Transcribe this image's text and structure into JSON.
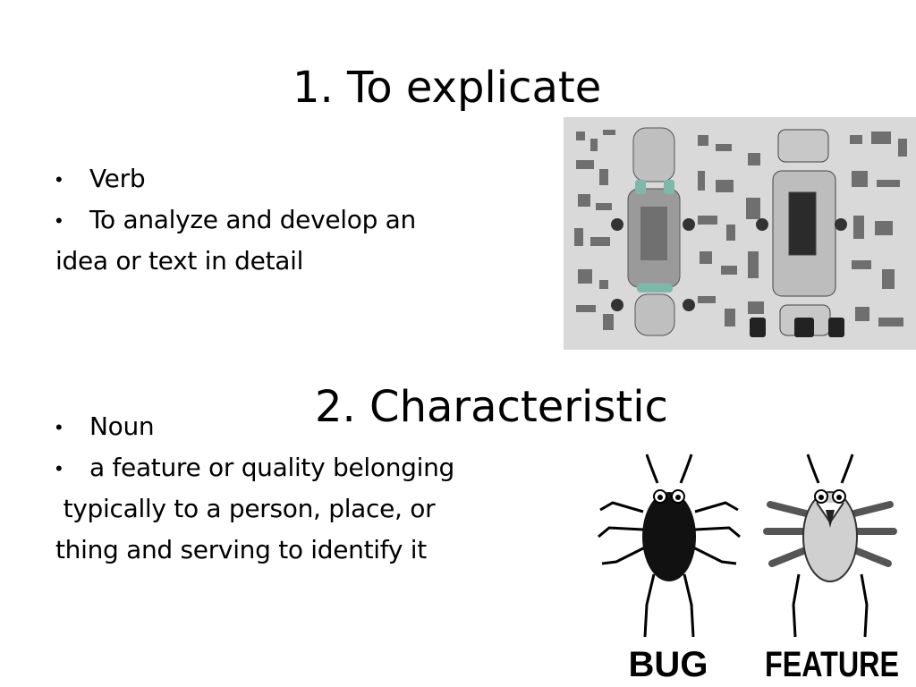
{
  "slide": {
    "title_1": "1.  To explicate",
    "title_2": "2.  Characteristic",
    "section_1": {
      "bullets": [
        "Verb",
        "To analyze and develop an"
      ],
      "continuation": "idea or text in detail"
    },
    "section_2": {
      "bullets": [
        "Noun",
        "a feature or quality belonging"
      ],
      "continuation_lines": [
        " typically to a person, place, or",
        "thing and serving to identify it"
      ]
    },
    "images": {
      "car_parts": "disassembled car parts laid out on gray background",
      "cartoon_labels": [
        "BUG",
        "FEATURE"
      ]
    }
  }
}
